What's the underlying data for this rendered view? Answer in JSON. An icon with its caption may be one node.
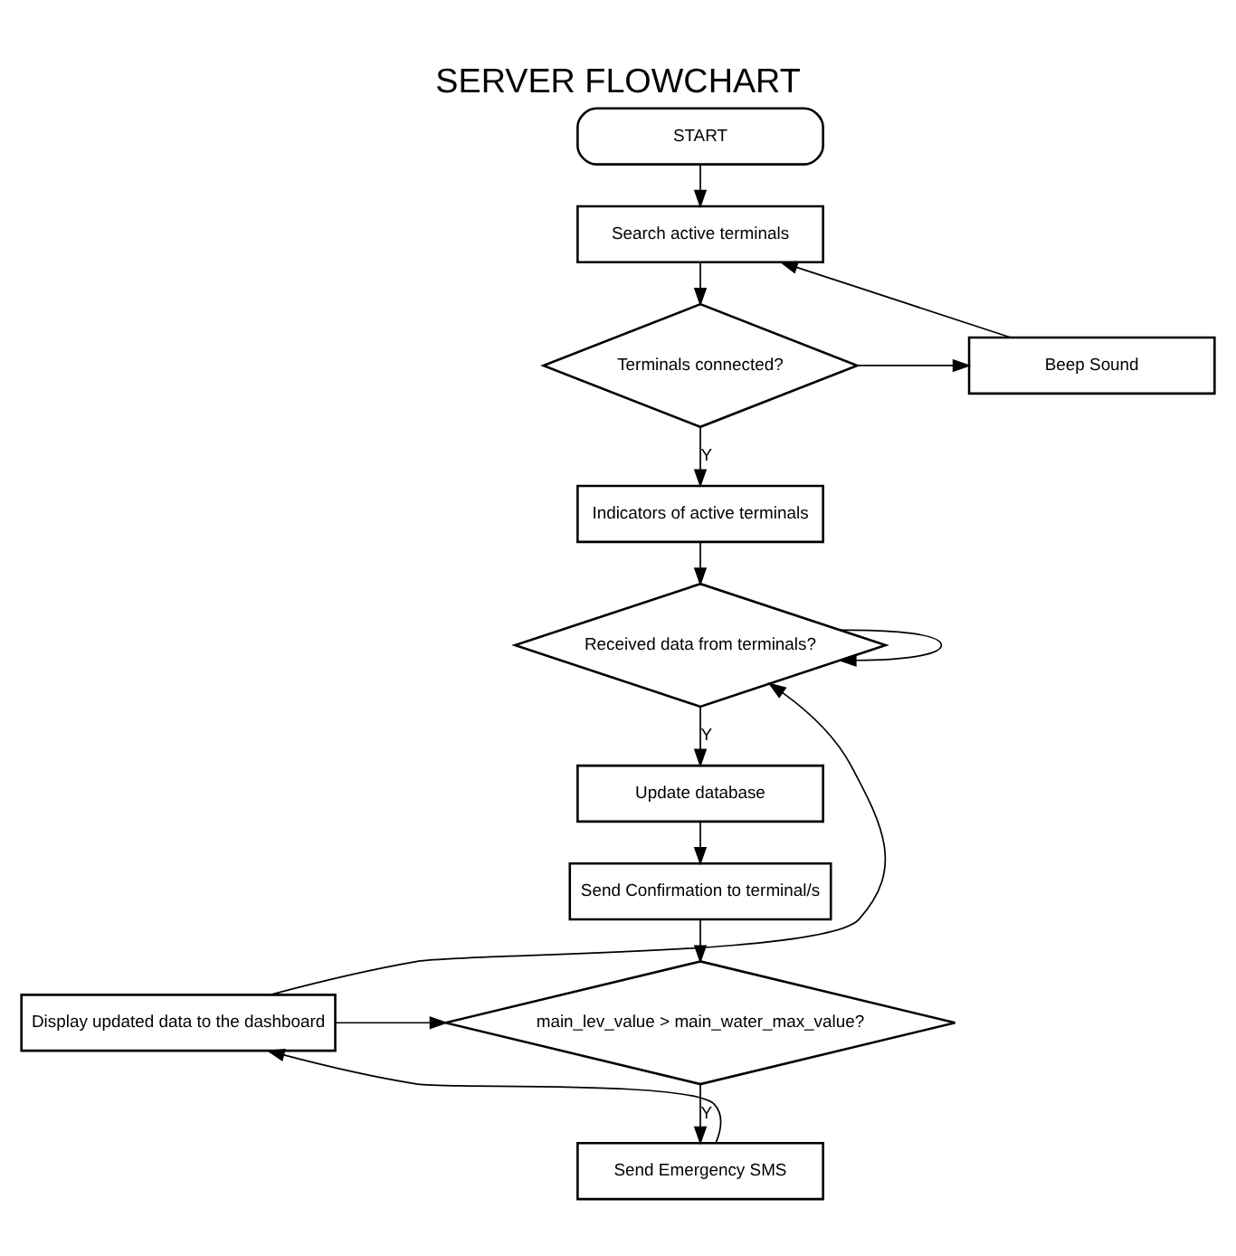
{
  "diagram": {
    "title": "SERVER FLOWCHART",
    "nodes": [
      {
        "text": [
          "START"
        ]
      },
      {
        "text": [
          "Search active terminals"
        ]
      },
      {
        "text": [
          "Beep Sound"
        ]
      },
      {
        "text": [
          "Terminals connected?"
        ]
      },
      {
        "text": [
          "Indicators of active terminals"
        ]
      },
      {
        "text": [
          "Received data from terminals?"
        ]
      },
      {
        "text": [
          "Update database"
        ]
      },
      {
        "text": [
          "Send Confirmation to terminal/s"
        ]
      },
      {
        "text": [
          "main_lev_value > main_water_max_value?"
        ]
      },
      {
        "text": [
          "Display updated data to the dashboard"
        ]
      },
      {
        "text": [
          "Send Emergency SMS"
        ]
      }
    ],
    "edges": [
      {
        "from": 0,
        "to": 1,
        "arrow": "to"
      },
      {
        "from": 1,
        "to": 3,
        "arrow": "to"
      },
      {
        "from": 3,
        "to": 2,
        "arrow": "to"
      },
      {
        "from": 2,
        "to": 1,
        "arrow": "to"
      },
      {
        "from": 3,
        "to": 4,
        "arrow": "to",
        "label": "Y"
      },
      {
        "from": 4,
        "to": 5,
        "arrow": "to"
      },
      {
        "from": 5,
        "to": 5,
        "arrow": "to"
      },
      {
        "from": 5,
        "to": 6,
        "arrow": "to",
        "label": "Y"
      },
      {
        "from": 6,
        "to": 7,
        "arrow": "to"
      },
      {
        "from": 7,
        "to": 8,
        "arrow": "to"
      },
      {
        "from": 9,
        "to": 8,
        "arrow": "to"
      },
      {
        "from": 8,
        "to": 10,
        "arrow": "to",
        "label": "Y"
      },
      {
        "from": 10,
        "to": 9,
        "arrow": "to"
      },
      {
        "from": 9,
        "to": 5,
        "arrow": "to"
      }
    ]
  }
}
